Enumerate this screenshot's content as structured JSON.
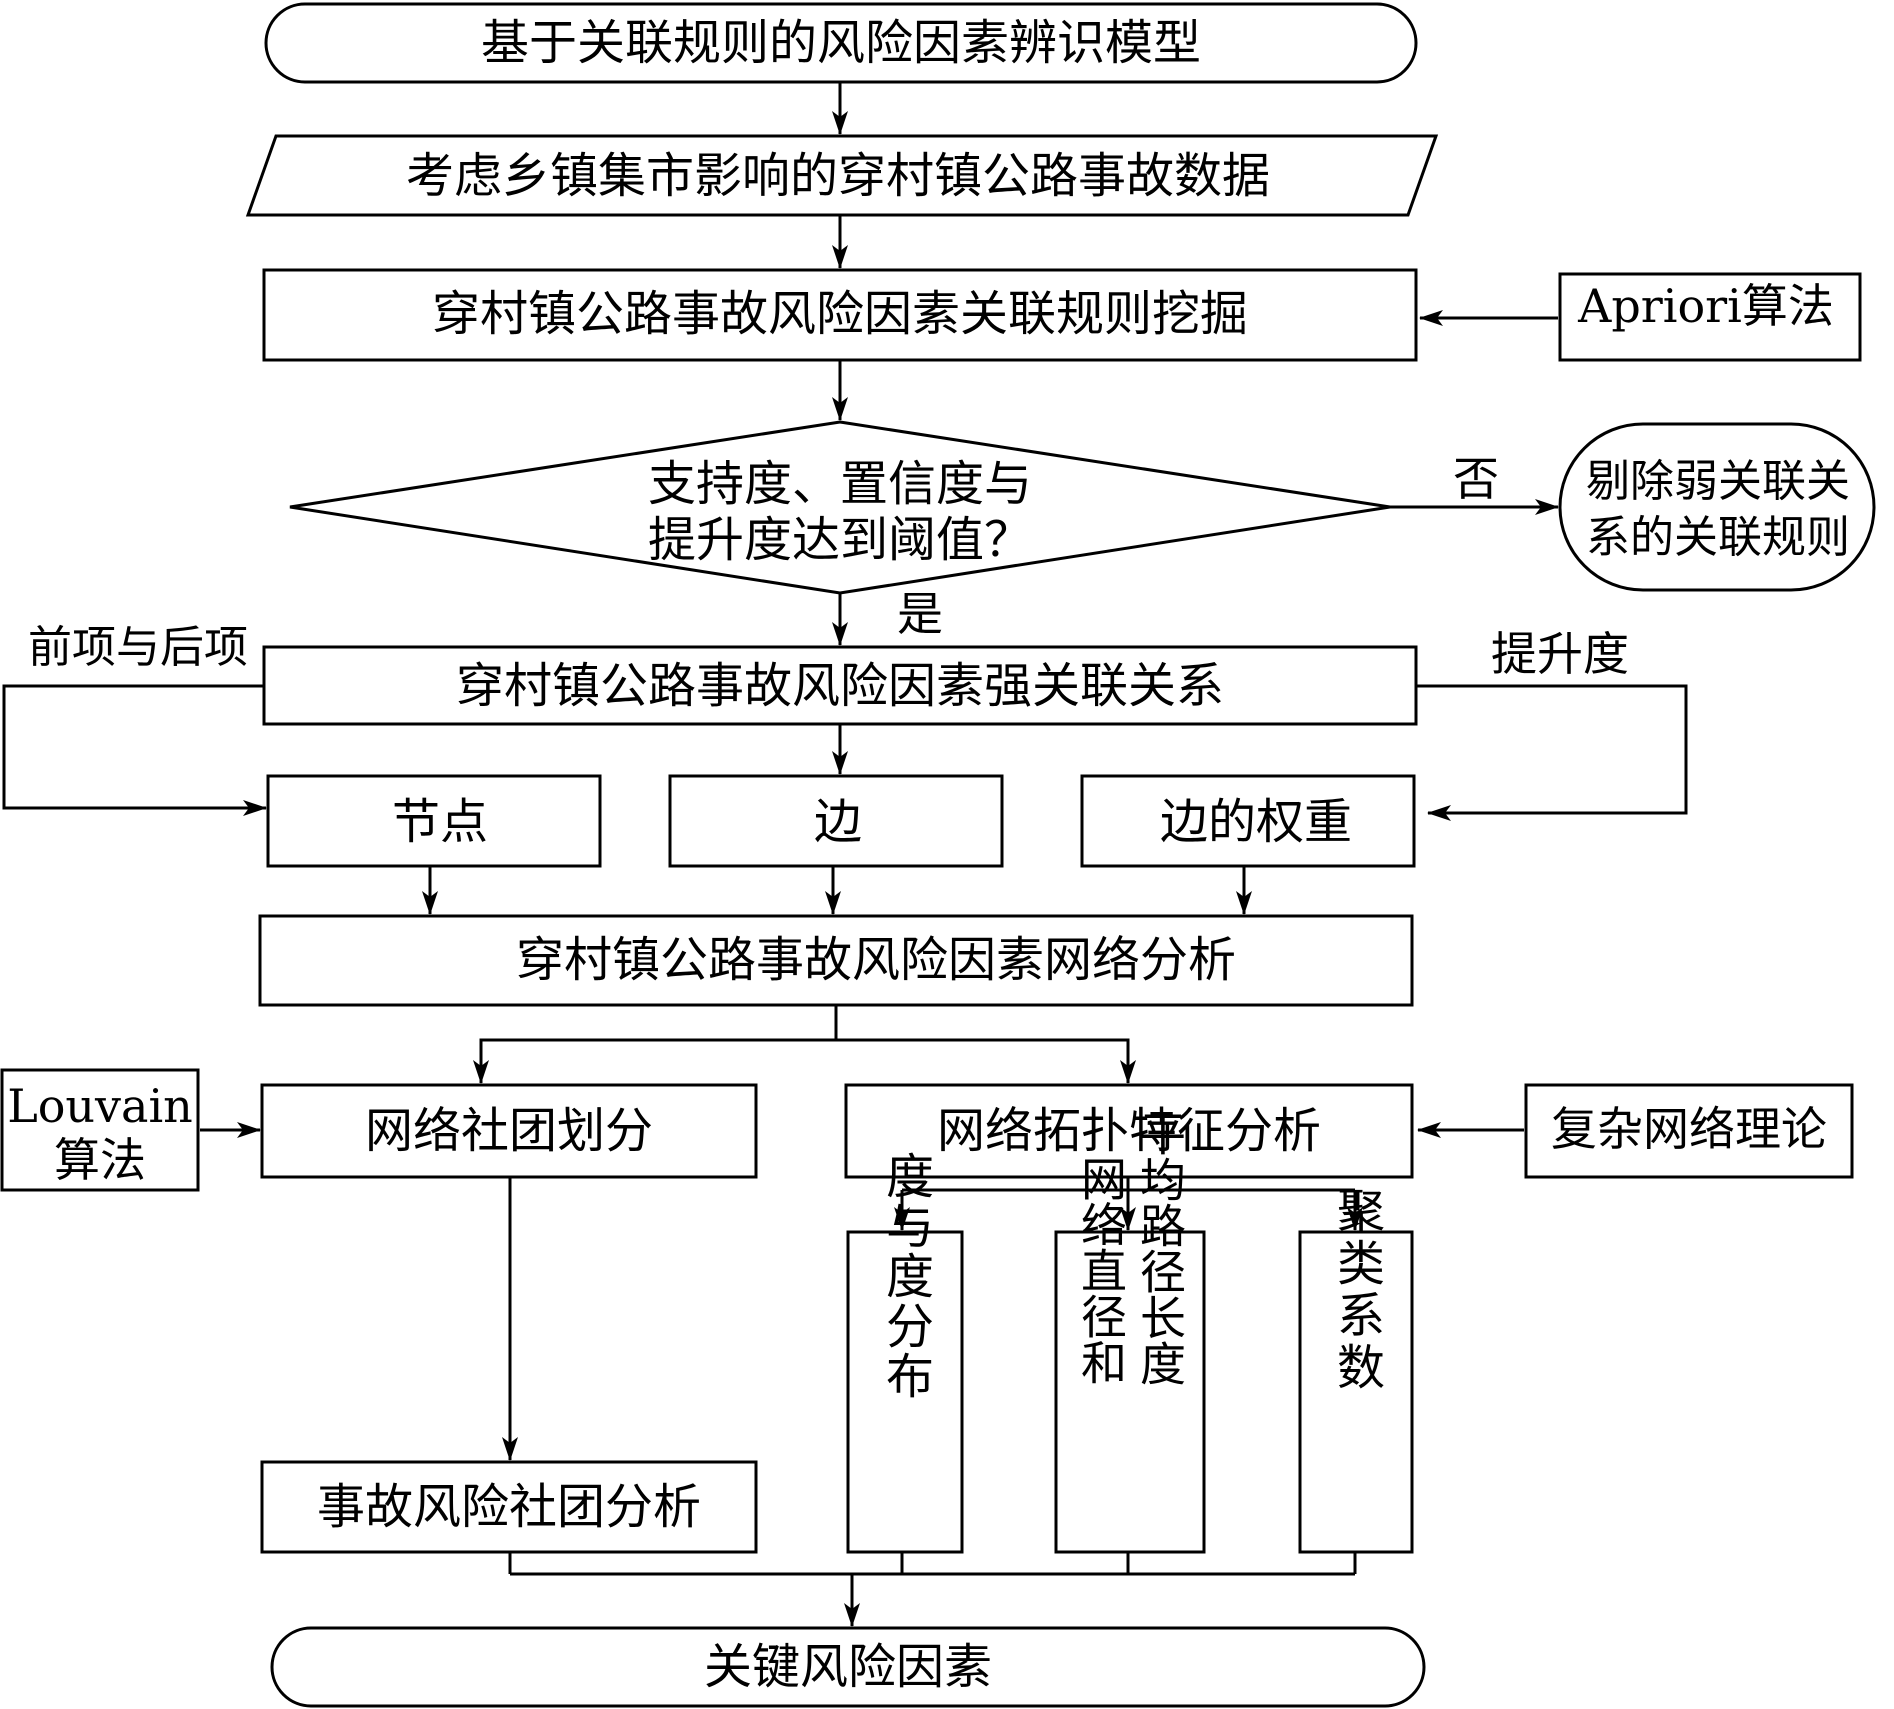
{
  "start_label": "基于关联规则的风险因素辨识模型",
  "data_label": "考虑乡镇集市影响的穿村镇公路事故数据",
  "mining_label": "穿村镇公路事故风险因素关联规则挖掘",
  "apriori_label": "Apriori算法",
  "decision_line1": "支持度、置信度与",
  "decision_line2": "提升度达到阈值？",
  "no_label": "否",
  "yes_label": "是",
  "reject_line1": "剔除弱关联关",
  "reject_line2": "系的关联规则",
  "strong_label": "穿村镇公路事故风险因素强关联关系",
  "antecedent_label": "前项与后项",
  "lift_label": "提升度",
  "node_label": "节点",
  "edge_label": "边",
  "weight_label": "边的权重",
  "network_label": "穿村镇公路事故风险因素网络分析",
  "louvain_line1": "Louvain",
  "louvain_line2": "算法",
  "community_label": "网络社团划分",
  "topology_label": "网络拓扑特征分析",
  "complex_label": "复杂网络理论",
  "degree_label": "度与度分布",
  "diameter_col1": "网络直径和",
  "diameter_col2": "平均路径长度",
  "clustering_label": "聚类系数",
  "community_analysis_label": "事故风险社团分析",
  "end_label": "关键风险因素"
}
